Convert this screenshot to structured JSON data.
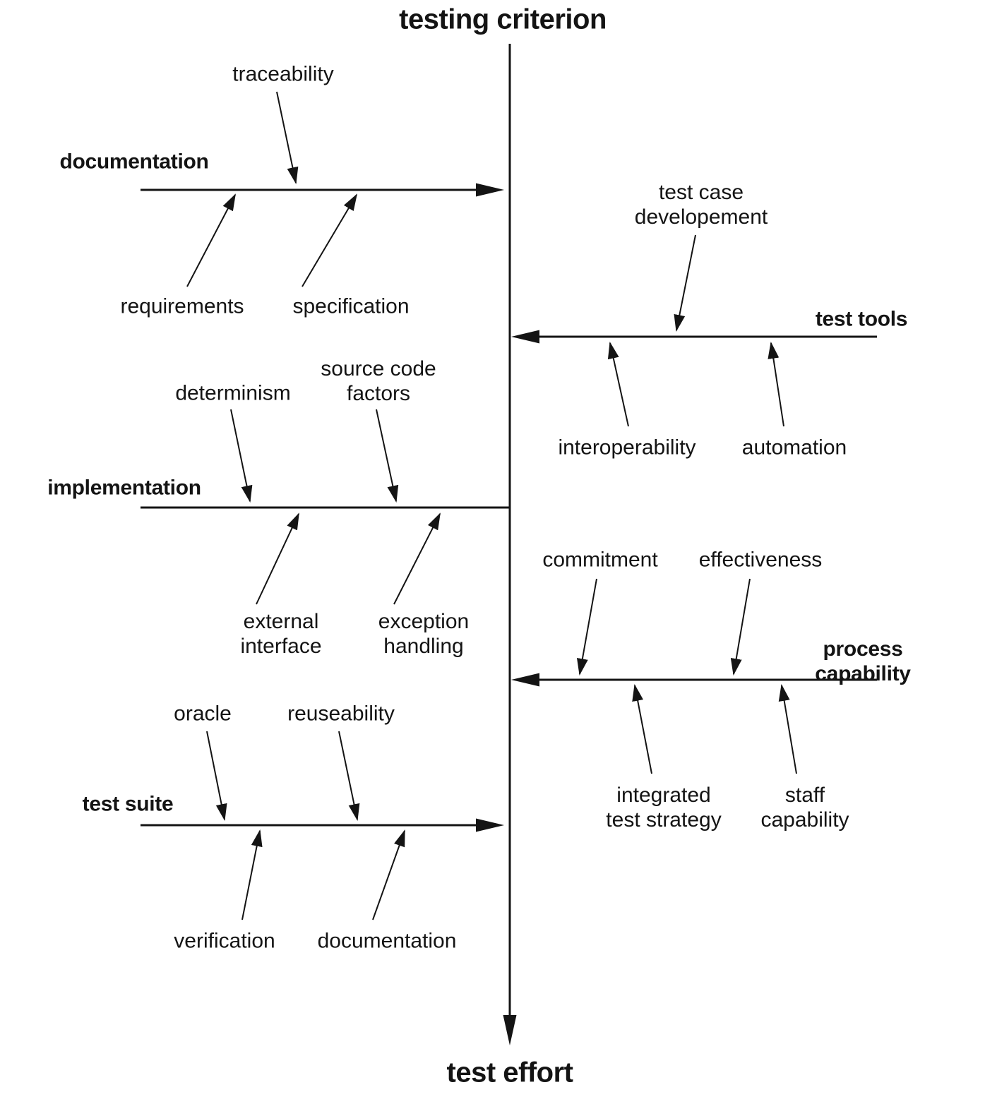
{
  "diagram": {
    "type": "fishbone-cause-effect",
    "top_label": "testing criterion",
    "bottom_label": "test effort",
    "colors": {
      "ink": "#141414",
      "background": "#ffffff"
    },
    "branches": [
      {
        "label": "documentation",
        "side": "left",
        "causes_top": [
          "traceability"
        ],
        "causes_bottom": [
          "requirements",
          "specification"
        ]
      },
      {
        "label": "test tools",
        "side": "right",
        "causes_top": [
          "test case\ndevelopement"
        ],
        "causes_bottom": [
          "interoperability",
          "automation"
        ]
      },
      {
        "label": "implementation",
        "side": "left",
        "causes_top": [
          "determinism",
          "source code\nfactors"
        ],
        "causes_bottom": [
          "external\ninterface",
          "exception\nhandling"
        ]
      },
      {
        "label": "process capability",
        "side": "right",
        "causes_top": [
          "commitment",
          "effectiveness"
        ],
        "causes_bottom": [
          "integrated\ntest strategy",
          "staff\ncapability"
        ]
      },
      {
        "label": "test suite",
        "side": "left",
        "causes_top": [
          "oracle",
          "reuseability"
        ],
        "causes_bottom": [
          "verification",
          "documentation"
        ]
      }
    ]
  }
}
